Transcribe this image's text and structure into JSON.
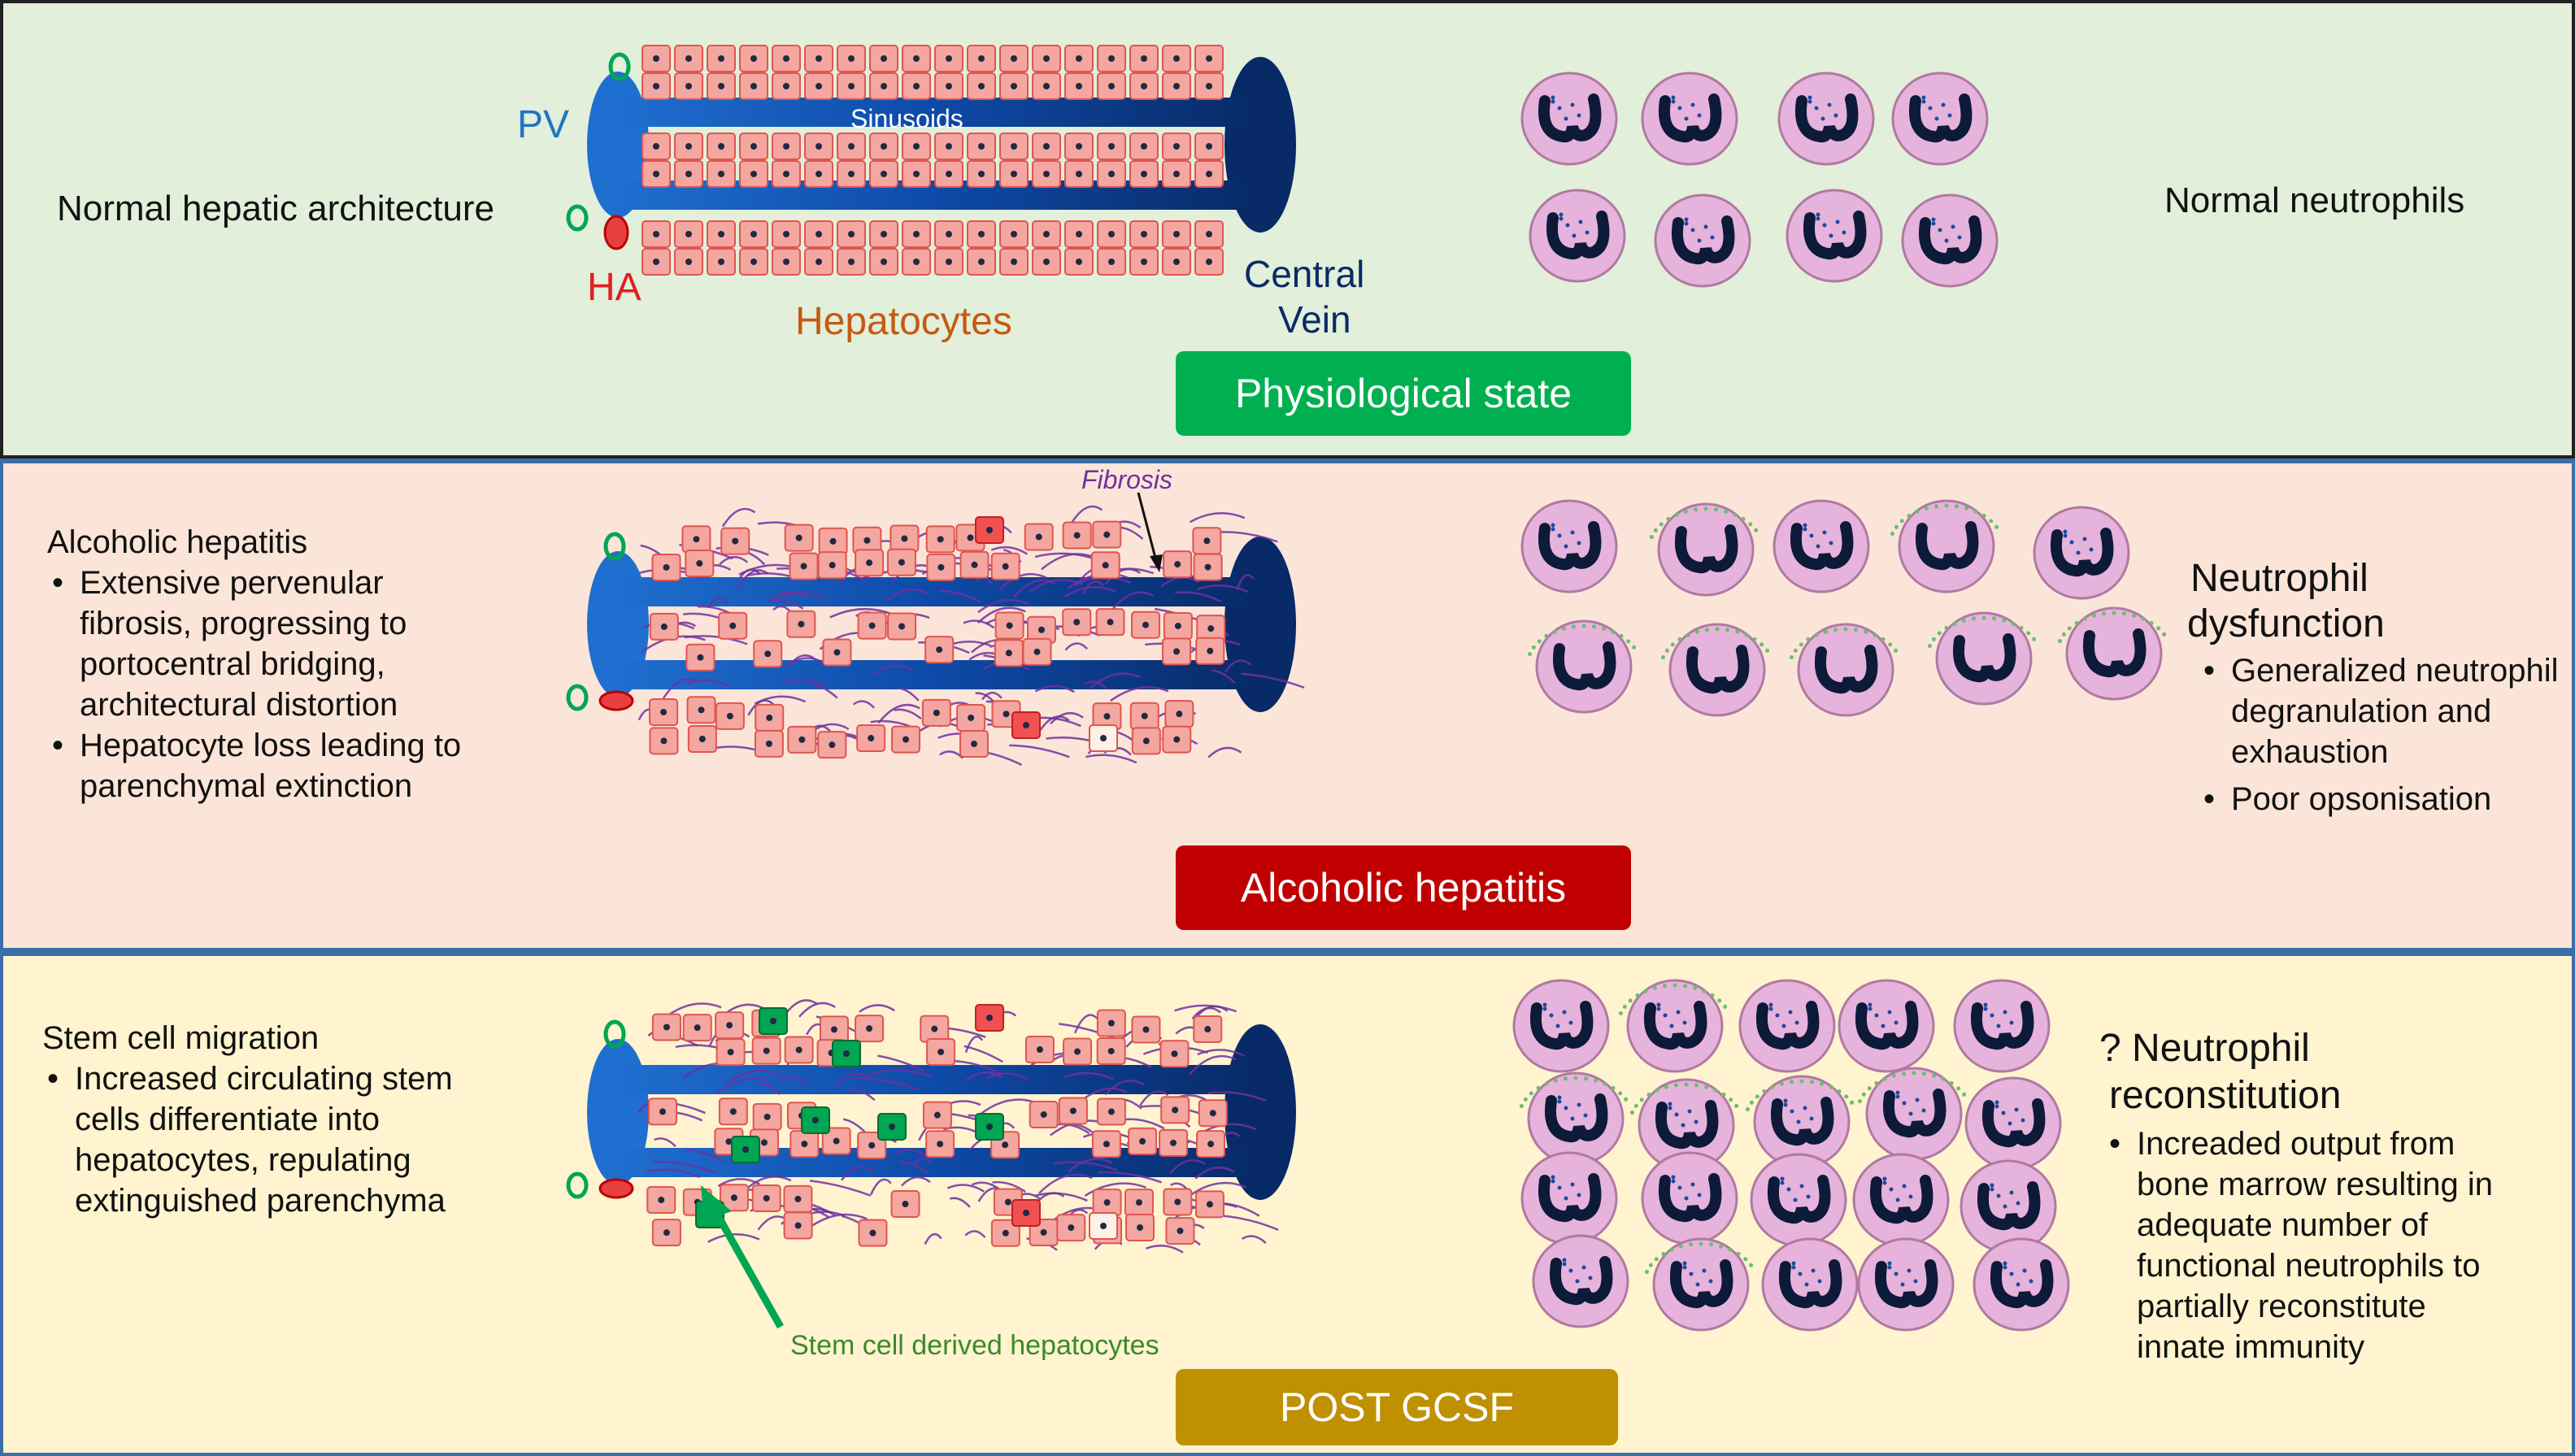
{
  "colors": {
    "green_btn": "#00b050",
    "red_btn": "#c00000",
    "gold_btn": "#bf9000",
    "vessel_blue": "#0b3d91",
    "hepatocyte": "#f4a6a0",
    "fibrosis": "#7030a0",
    "stem_green": "#00a651",
    "neutrophil": "#e6b3dd"
  },
  "panel1": {
    "left_text": "Normal hepatic architecture",
    "pv_label": "PV",
    "ha_label": "HA",
    "sinusoids_label": "Sinusoids",
    "hepatocytes_label": "Hepatocytes",
    "central_vein_label_1": "Central",
    "central_vein_label_2": "Vein",
    "right_text": "Normal neutrophils",
    "state_button": "Physiological state"
  },
  "panel2": {
    "title": "Alcoholic hepatitis",
    "bullet_1": "Extensive pervenular\nfibrosis, progressing to\nportocentral bridging,\narchitectural distortion",
    "bullet_2": "Hepatocyte loss leading to\nparenchymal extinction",
    "fibrosis_label": "Fibrosis",
    "right_title_1": "Neutrophil",
    "right_title_2": "dysfunction",
    "right_bullet_1": "Generalized neutrophil\ndegranulation and\nexhaustion",
    "right_bullet_2": "Poor opsonisation",
    "state_button": "Alcoholic hepatitis"
  },
  "panel3": {
    "title": "Stem cell migration",
    "bullet_1": "Increased circulating stem\ncells differentiate into\nhepatocytes, repulating\nextinguished parenchyma",
    "stem_label": "Stem cell derived hepatocytes",
    "right_title_1": "? Neutrophil",
    "right_title_2": "reconstitution",
    "right_bullet_1": "Increaded output from\nbone marrow resulting in\nadequate number of\nfunctional neutrophils to\npartially reconstitute\ninnate immunity",
    "state_button": "POST GCSF"
  }
}
